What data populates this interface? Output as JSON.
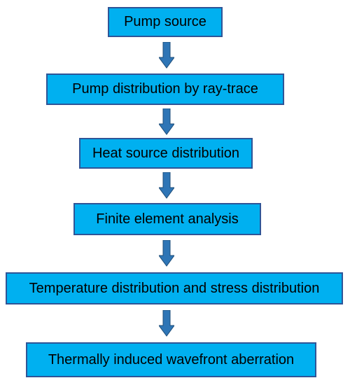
{
  "diagram": {
    "type": "flowchart",
    "direction": "top-to-bottom",
    "colors": {
      "box_fill": "#00b0f0",
      "box_border": "#2f5597",
      "arrow_fill": "#2e75b6",
      "arrow_border": "#1f4e79",
      "text": "#000000"
    },
    "steps": [
      {
        "label": "Pump source"
      },
      {
        "label": "Pump distribution by ray-trace"
      },
      {
        "label": "Heat source distribution"
      },
      {
        "label": "Finite element analysis"
      },
      {
        "label": "Temperature distribution and stress distribution"
      },
      {
        "label": "Thermally induced wavefront aberration"
      }
    ]
  }
}
